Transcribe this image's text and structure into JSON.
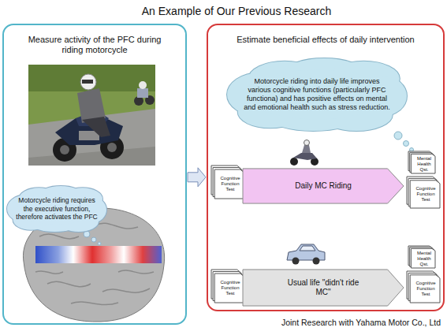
{
  "diagram": {
    "title": "An Example of Our Previous Research",
    "caption": "Joint Research with Yahama Motor Co., Ltd",
    "nodes": [
      {
        "text": [
          "Measure activity of the PFC during riding motorcycle"
        ]
      },
      {
        "text": [
          "Motorcycle riding requires the executive function, therefore activates the PFC"
        ],
        "in": 0
      },
      {
        "text": [
          "Estimate beneficial effects of daily intervention"
        ]
      },
      {
        "text": [
          "Motorcycle riding into daily life improves various cognitive functions (particularly PFC functiona) and has positive effects on mental and emotional health such as stress reduction."
        ],
        "in": 2
      },
      {
        "text": [
          "Cognitive Function Test"
        ],
        "in": 2
      },
      {
        "text": [
          "Daily MC Riding"
        ],
        "in": 2
      },
      {
        "text": [
          "Mental Health Qst."
        ],
        "in": 2
      },
      {
        "text": [
          "Cognitive Function Test"
        ],
        "in": 2
      },
      {
        "text": [
          "Cognitive Function Test"
        ],
        "in": 2
      },
      {
        "text": [
          "Usual life \"didn't ride MC\""
        ],
        "in": 2
      },
      {
        "text": [
          "Mental Health Qst."
        ],
        "in": 2
      },
      {
        "text": [
          "Cognitive Function Test"
        ],
        "in": 2
      }
    ],
    "edges": [
      {
        "from": 0,
        "to": 2,
        "arrow": "to"
      }
    ]
  }
}
